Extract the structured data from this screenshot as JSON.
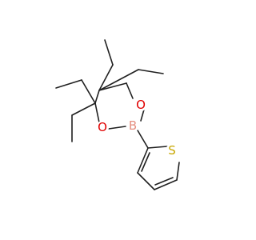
{
  "molecule": {
    "atoms": [
      {
        "id": "O1",
        "symbol": "O",
        "color": "#e00000"
      },
      {
        "id": "O2",
        "symbol": "O",
        "color": "#e00000"
      },
      {
        "id": "B",
        "symbol": "B",
        "color": "#e58e7f"
      },
      {
        "id": "S",
        "symbol": "S",
        "color": "#c7a600"
      }
    ]
  }
}
